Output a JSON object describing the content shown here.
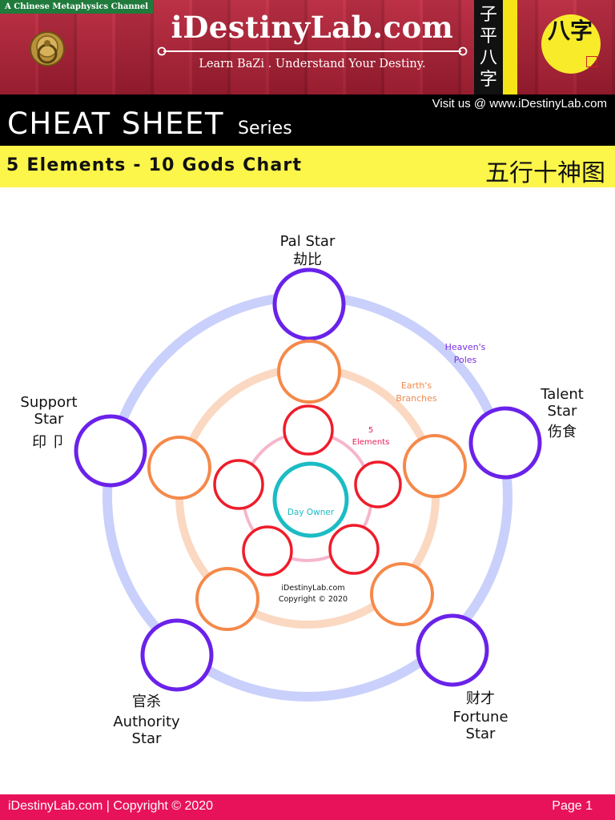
{
  "header": {
    "channel_tag": "A Chinese Metaphysics Channel",
    "site_title": "iDestinyLab.com",
    "tagline": "Learn BaZi . Understand Your Destiny.",
    "vertical_chars": [
      "子",
      "平",
      "八",
      "字"
    ],
    "badge_text": "八字",
    "visit": "Visit us @ www.iDestinyLab.com",
    "cheat_title": "CHEAT SHEET",
    "series": "Series",
    "chart_title": "5 Elements - 10 Gods Chart",
    "chart_title_cn": "五行十神图"
  },
  "diagram": {
    "rings": {
      "heavens": "Heaven's Poles",
      "heavens_l1": "Heaven's",
      "heavens_l2": "Poles",
      "earths_l1": "Earth's",
      "earths_l2": "Branches",
      "elements_l1": "5",
      "elements_l2": "Elements"
    },
    "center": "Day Owner",
    "watermark_l1": "iDestinyLab.com",
    "watermark_l2": "Copyright © 2020",
    "stars": {
      "pal": {
        "en": "Pal Star",
        "cn": "劫比"
      },
      "talent": {
        "en_l1": "Talent",
        "en_l2": "Star",
        "cn": "伤食"
      },
      "support": {
        "en_l1": "Support",
        "en_l2": "Star",
        "cn": "印 卩"
      },
      "authority": {
        "cn": "官杀",
        "en_l1": "Authority",
        "en_l2": "Star"
      },
      "fortune": {
        "cn": "财才",
        "en_l1": "Fortune",
        "en_l2": "Star"
      }
    },
    "colors": {
      "outer_ring": "#c9d0fb",
      "middle_ring": "#fbd8c1",
      "inner_ring": "#f5b6cc",
      "outer_circle": "#6a22ea",
      "middle_circle": "#f5894a",
      "inner_circle": "#ef1c2a",
      "center_circle": "#1bbcc4",
      "heavens_label": "#7a30e0",
      "earths_label": "#f0894a",
      "elements_label": "#e81e5a",
      "center_label": "#1bbcc4"
    }
  },
  "footer": {
    "left": "iDestinyLab.com | Copyright © 2020",
    "right": "Page 1"
  }
}
